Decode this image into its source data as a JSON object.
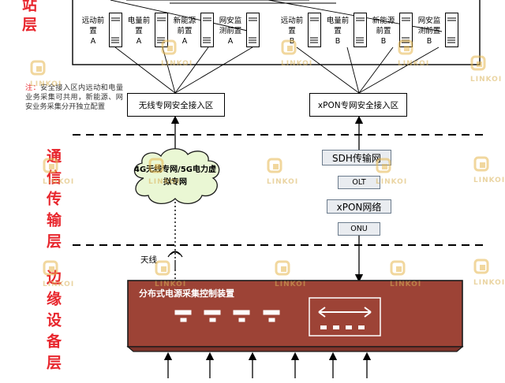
{
  "layers": {
    "station_fragment": "站层",
    "comm": "通信传输层",
    "edge": "边缘设备层"
  },
  "servers": [
    {
      "label": "远动前置",
      "suffix": "A"
    },
    {
      "label": "电量前置",
      "suffix": "A"
    },
    {
      "label": "新能源前置",
      "suffix": "A"
    },
    {
      "label": "网安监测前置",
      "suffix": "A"
    },
    {
      "label": "远动前置",
      "suffix": "B"
    },
    {
      "label": "电量前置",
      "suffix": "B"
    },
    {
      "label": "新能源前置",
      "suffix": "B"
    },
    {
      "label": "网安监测前置",
      "suffix": "B"
    }
  ],
  "note": {
    "prefix": "注：",
    "text": "安全接入区内远动和电量业务采集可共用，新能源、网安业务采集分开独立配置"
  },
  "zones": {
    "wireless": "无线专网安全接入区",
    "xpon": "xPON专网安全接入区"
  },
  "cloud_label": "4G无线专网/5G电力虚拟专网",
  "transport": {
    "sdh": "SDH传输网",
    "olt": "OLT",
    "xpon": "xPON网络",
    "onu": "ONU"
  },
  "antenna_label": "天线",
  "device": {
    "title": "分布式电源采集控制装置"
  },
  "watermark": "LINKOI",
  "colors": {
    "layer_text": "#e8262d",
    "device_fill": "#9d4336",
    "grey_box": "#e9ecf0",
    "cloud_fill": "#eaf7d4"
  }
}
